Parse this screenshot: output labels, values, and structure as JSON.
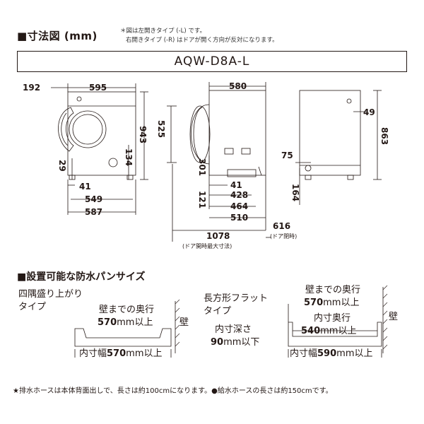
{
  "header": {
    "title": "■寸法図 (mm)",
    "note_line1": "＊図は左開きタイプ (-L) です。",
    "note_line2": "右開きタイプ (-R) はドアが開く方向が反対になります。"
  },
  "model": "AQW-D8A-L",
  "front_view": {
    "dims": {
      "d192": "192",
      "d595": "595",
      "d943": "943",
      "d134": "134",
      "d29": "29",
      "d41": "41",
      "d549": "549",
      "d587": "587"
    }
  },
  "side_view": {
    "dims": {
      "d580": "580",
      "d525": "525",
      "d301": "301",
      "d121": "121",
      "d41": "41",
      "d428": "428",
      "d464": "464",
      "d510": "510",
      "d1078": "1078",
      "d616": "616"
    },
    "caption_open": "(ドア開時最大寸法)",
    "caption_closed": "(ドア閉時)"
  },
  "back_view": {
    "dims": {
      "d49": "49",
      "d863": "863",
      "d75": "75",
      "d164": "164"
    }
  },
  "pan_section": {
    "title": "■設置可能な防水パンサイズ",
    "type1": {
      "name_line1": "四隅盛り上がり",
      "name_line2": "タイプ",
      "depth_label": "壁までの奥行",
      "depth_value": "570",
      "depth_unit": "mm以上",
      "wall": "壁",
      "width_prefix": "内寸幅",
      "width_value": "570",
      "width_unit": "mm以上"
    },
    "type2": {
      "name_line1": "長方形フラット",
      "name_line2": "タイプ",
      "depth_label": "壁までの奥行",
      "depth_value": "570",
      "depth_unit": "mm以上",
      "inner_depth_label": "内寸奥行",
      "inner_depth_value": "540",
      "inner_depth_unit": "mm以上",
      "height_label": "内寸深さ",
      "height_value": "90",
      "height_unit": "mm以下",
      "wall": "壁",
      "width_prefix": "内寸幅",
      "width_value": "590",
      "width_unit": "mm以上"
    }
  },
  "footer": "★排水ホースは本体背面出しで、長さは約100cmになります。●給水ホースの長さは約150cmです。"
}
